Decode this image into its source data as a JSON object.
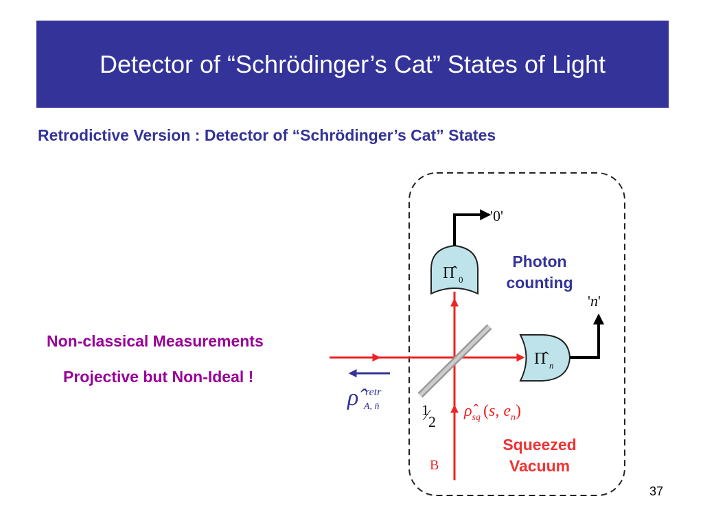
{
  "slide": {
    "title": "Detector of “Schrödinger’s Cat” States of Light",
    "subtitle": "Retrodictive Version : Detector of “Schrödinger’s Cat” States",
    "note_line1": "Non-classical Measurements",
    "note_line2": "Projective but Non-Ideal !",
    "slide_number": "37"
  },
  "diagram": {
    "output_zero": "'0'",
    "output_n_open": "'",
    "output_n_var": "n",
    "output_n_close": "'",
    "photon_counting_line1": "Photon",
    "photon_counting_line2": "counting",
    "squeezed_line1": "Squeezed",
    "squeezed_line2": "Vacuum",
    "pi_symbol": "Π̂",
    "pi0_sub": "0",
    "pin_sub": "n",
    "rho_symbol": "ρ̂",
    "rho_sq_sub": "sq",
    "rho_sq_args_open": "(",
    "rho_sq_args_s": "s",
    "rho_sq_args_comma": ", e",
    "rho_sq_args_n": "n",
    "rho_sq_args_close": ")",
    "rho_retr_sup": "retr",
    "rho_retr_sub": "A, n̄",
    "half_num": "1",
    "half_slash": "⁄",
    "half_den": "2",
    "port_b": "B"
  },
  "colors": {
    "title_bg": "#333399",
    "beam_red": "#ee2222",
    "detector_fill": "#bfe3ea",
    "note_purple": "#990099",
    "label_blue": "#333399",
    "label_red": "#ee3333",
    "retro_arrow": "#333399"
  }
}
